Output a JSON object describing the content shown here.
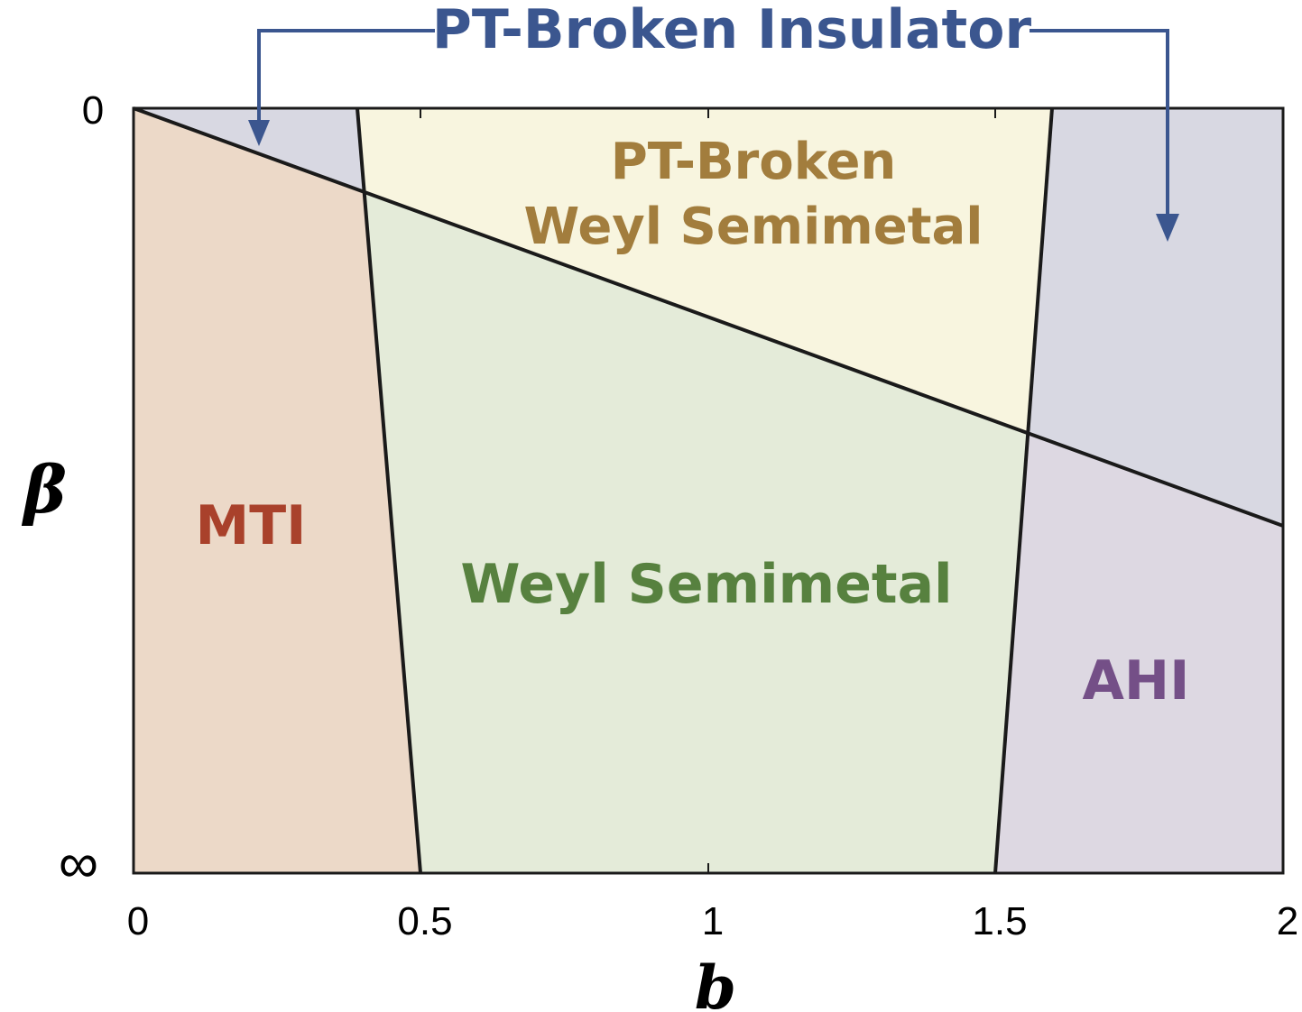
{
  "title": "PT-Broken Insulator",
  "axes": {
    "x_label": "b",
    "y_label": "β",
    "x_ticks": [
      "0",
      "0.5",
      "1",
      "1.5",
      "2"
    ],
    "y_top_label": "0",
    "y_bottom_label": "∞"
  },
  "regions": {
    "pt_broken_weyl": [
      "PT-Broken",
      "Weyl Semimetal"
    ],
    "mti": "MTI",
    "weyl": "Weyl Semimetal",
    "ahi": "AHI"
  },
  "colors": {
    "insulator": "#d8d8e2",
    "pt_broken_weyl": "#f8f5df",
    "mti": "#ecd9c8",
    "weyl": "#e4ebd9",
    "ahi": "#ddd8e2",
    "title": "#3b568f",
    "pt_broken_weyl_text": "#a27d3d",
    "mti_text": "#a9412b",
    "weyl_text": "#57813f",
    "ahi_text": "#744f87",
    "boundary": "#1a1a1a"
  }
}
